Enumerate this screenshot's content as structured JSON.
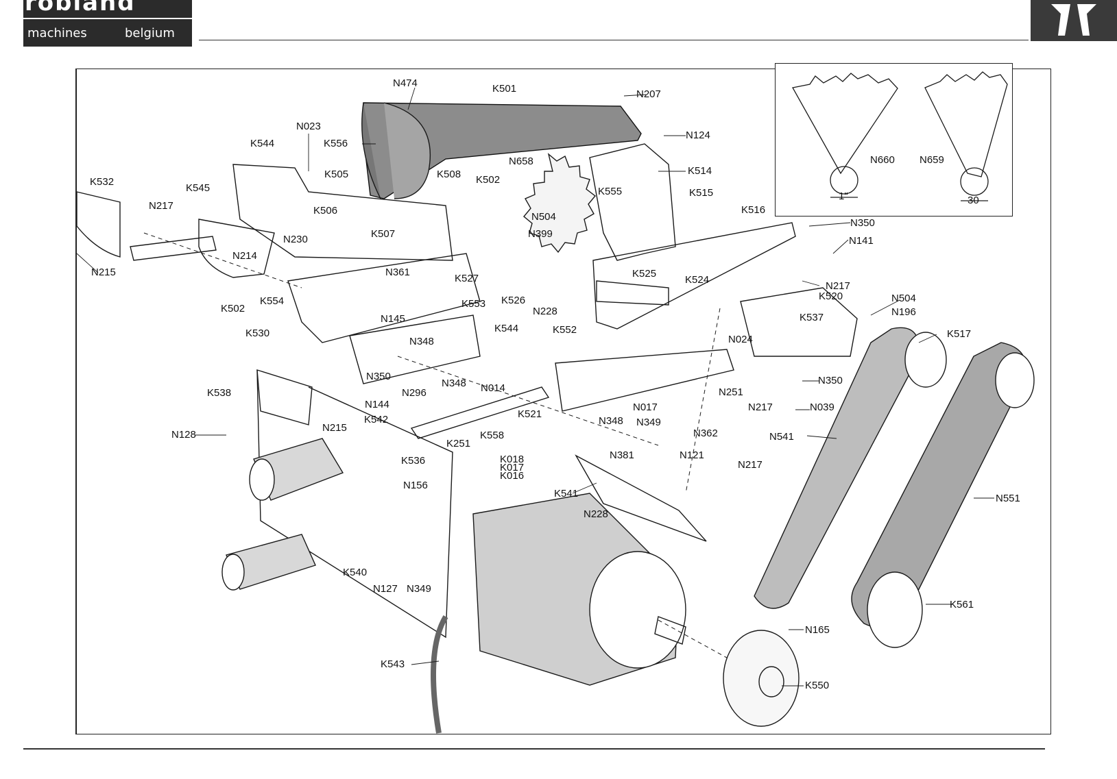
{
  "header": {
    "brand": "robland",
    "subtitle_left": "machines",
    "subtitle_right": "belgium"
  },
  "icons": {
    "corner_logo": "robland-emblem-icon"
  },
  "inset": {
    "left_label": "N660",
    "left_dim": "1\"",
    "right_label": "N659",
    "right_dim": "30"
  },
  "parts": {
    "N474": "N474",
    "K501": "K501",
    "N207": "N207",
    "N124": "N124",
    "N023": "N023",
    "K544a": "K544",
    "K556": "K556",
    "K505": "K505",
    "N658": "N658",
    "K514": "K514",
    "K532": "K532",
    "K545": "K545",
    "K508": "K508",
    "K502a": "K502",
    "K555": "K555",
    "K515": "K515",
    "N217a": "N217",
    "K506": "K506",
    "K516": "K516",
    "N350a": "N350",
    "N504a": "N504",
    "N230": "N230",
    "K507": "K507",
    "N141": "N141",
    "N399": "N399",
    "N214": "N214",
    "N215a": "N215",
    "N361": "N361",
    "K525": "K525",
    "K524": "K524",
    "N217b": "N217",
    "K527": "K527",
    "K520": "K520",
    "N504b": "N504",
    "K502b": "K502",
    "K554": "K554",
    "K526": "K526",
    "N196": "N196",
    "K553": "K553",
    "N228a": "N228",
    "K537": "K537",
    "N145": "N145",
    "K544b": "K544",
    "K552": "K552",
    "K517": "K517",
    "K530": "K530",
    "N348a": "N348",
    "N024": "N024",
    "N350b": "N350",
    "N350c": "N350",
    "N296": "N296",
    "N348b": "N348",
    "N014": "N014",
    "N251": "N251",
    "K538": "K538",
    "N144": "N144",
    "K521": "K521",
    "N017": "N017",
    "N217c": "N217",
    "N039": "N039",
    "N215b": "N215",
    "K542": "K542",
    "N348c": "N348",
    "N349a": "N349",
    "N362": "N362",
    "N128": "N128",
    "K558": "K558",
    "N541": "N541",
    "K251": "K251",
    "K536": "K536",
    "K018": "K018",
    "K017": "K017",
    "K016": "K016",
    "N381": "N381",
    "N121": "N121",
    "N217d": "N217",
    "N156": "N156",
    "K541": "K541",
    "N551": "N551",
    "N228b": "N228",
    "K540": "K540",
    "N127": "N127",
    "N349b": "N349",
    "K561": "K561",
    "N165": "N165",
    "K543": "K543",
    "K550": "K550"
  }
}
